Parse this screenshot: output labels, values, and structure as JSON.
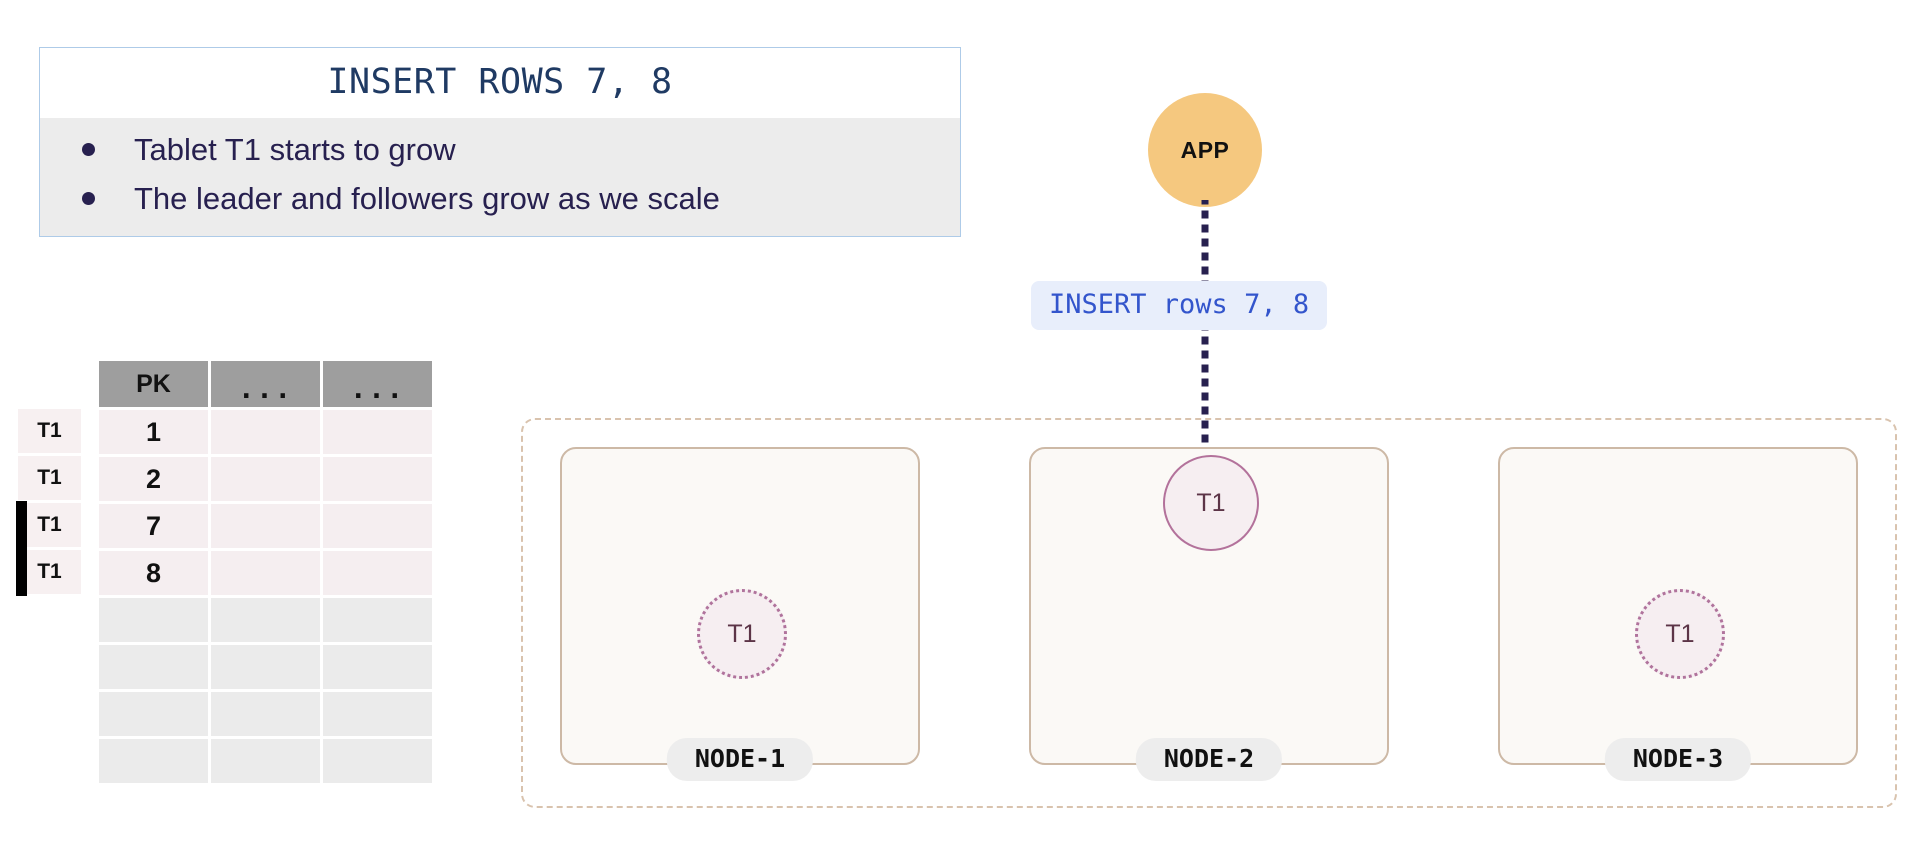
{
  "callout": {
    "title": "INSERT ROWS 7, 8",
    "bullets": [
      "Tablet T1 starts to grow",
      "The leader and followers grow as we scale"
    ],
    "border_color": "#aecbe8",
    "body_bg": "#ececec",
    "text_color": "#27204f"
  },
  "table": {
    "headers": [
      "PK",
      "...",
      "..."
    ],
    "rows": [
      {
        "side_label": "T1",
        "pk": "1",
        "col2": "",
        "col3": "",
        "filled": true,
        "marked": false
      },
      {
        "side_label": "T1",
        "pk": "2",
        "col2": "",
        "col3": "",
        "filled": true,
        "marked": false
      },
      {
        "side_label": "T1",
        "pk": "7",
        "col2": "",
        "col3": "",
        "filled": true,
        "marked": true
      },
      {
        "side_label": "T1",
        "pk": "8",
        "col2": "",
        "col3": "",
        "filled": true,
        "marked": true
      },
      {
        "side_label": "",
        "pk": "",
        "col2": "",
        "col3": "",
        "filled": false,
        "marked": false
      },
      {
        "side_label": "",
        "pk": "",
        "col2": "",
        "col3": "",
        "filled": false,
        "marked": false
      },
      {
        "side_label": "",
        "pk": "",
        "col2": "",
        "col3": "",
        "filled": false,
        "marked": false
      },
      {
        "side_label": "",
        "pk": "",
        "col2": "",
        "col3": "",
        "filled": false,
        "marked": false
      }
    ],
    "header_bg": "#9e9e9e",
    "filled_row_bg": "#f5eef0",
    "empty_row_bg": "#ebebeb"
  },
  "app": {
    "label": "APP",
    "color": "#f5c87f"
  },
  "request": {
    "label": "INSERT rows 7, 8",
    "text_color": "#3355cc",
    "bg_color": "#e8eefb"
  },
  "arrow": {
    "style": "dotted",
    "color": "#27204f",
    "direction": "down"
  },
  "cluster": {
    "border_color": "#d9c3ae",
    "nodes": [
      {
        "name": "NODE-1",
        "tablet": {
          "label": "T1",
          "role": "follower"
        }
      },
      {
        "name": "NODE-2",
        "tablet": {
          "label": "T1",
          "role": "leader"
        }
      },
      {
        "name": "NODE-3",
        "tablet": {
          "label": "T1",
          "role": "follower"
        }
      }
    ]
  }
}
